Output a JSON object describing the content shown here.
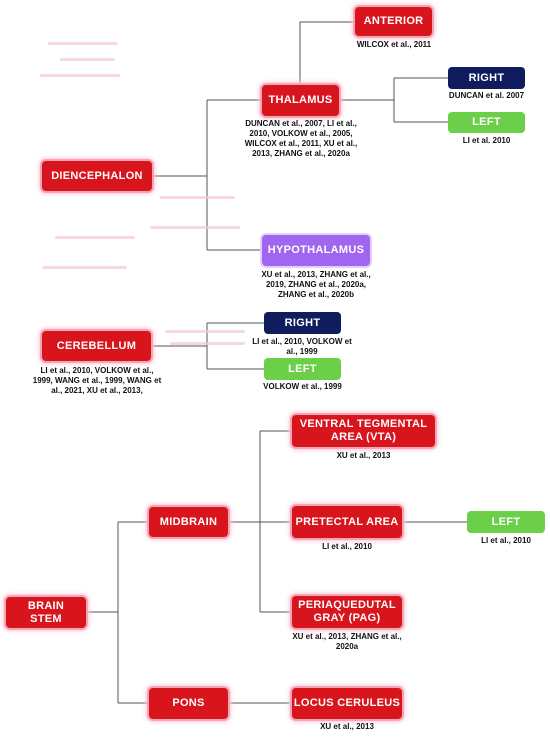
{
  "colors": {
    "red": "#d8141c",
    "navy": "#0f1d5e",
    "green": "#6ccf4a",
    "purple": "#a066f0",
    "line": "#555555"
  },
  "nodes": {
    "anterior": "ANTERIOR",
    "thalamus": "THALAMUS",
    "thalamus_right": "RIGHT",
    "thalamus_left": "LEFT",
    "diencephalon": "DIENCEPHALON",
    "hypothalamus": "HYPOTHALAMUS",
    "cerebellum": "CEREBELLUM",
    "cerebellum_right": "RIGHT",
    "cerebellum_left": "LEFT",
    "vta": "VENTRAL TEGMENTAL AREA (VTA)",
    "midbrain": "MIDBRAIN",
    "pretectal": "PRETECTAL AREA",
    "pretectal_left": "LEFT",
    "brainstem": "BRAIN STEM",
    "pag": "PERIAQUEDUTAL GRAY (PAG)",
    "pons": "PONS",
    "locus": "LOCUS CERULEUS"
  },
  "citations": {
    "anterior": "WILCOX et al., 2011",
    "thalamus": "DUNCAN et al., 2007, LI et al., 2010, VOLKOW et al., 2005, WILCOX et al., 2011, XU et al., 2013, ZHANG et al., 2020a",
    "thalamus_right": "DUNCAN et al. 2007",
    "thalamus_left": "LI et al. 2010",
    "hypothalamus": "XU et al., 2013, ZHANG et al., 2019, ZHANG et al., 2020a, ZHANG et al., 2020b",
    "cerebellum": "LI et al., 2010, VOLKOW et al., 1999, WANG et al., 1999, WANG et al., 2021, XU et al., 2013,",
    "cerebellum_right": "LI et al., 2010, VOLKOW et al., 1999",
    "cerebellum_left": "VOLKOW et al., 1999",
    "vta": "XU et al., 2013",
    "pretectal": "LI et al., 2010",
    "pretectal_left": "LI et al., 2010",
    "pag": "XU et al., 2013, ZHANG et al., 2020a",
    "locus": "XU et al., 2013"
  }
}
